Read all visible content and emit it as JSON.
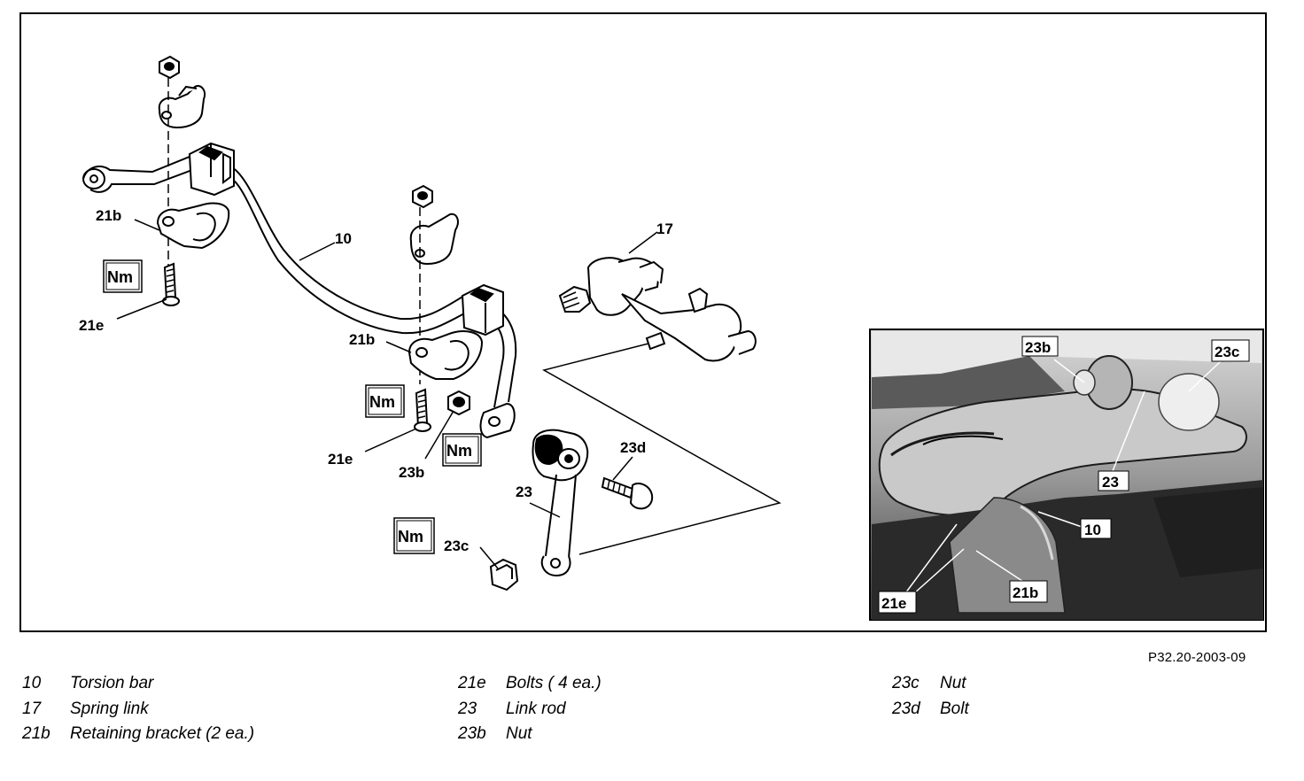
{
  "callouts": {
    "c_21b_top": "21b",
    "c_10": "10",
    "c_21e_left": "21e",
    "c_21b_mid": "21b",
    "c_21e_mid": "21e",
    "c_23b": "23b",
    "c_17": "17",
    "c_23d": "23d",
    "c_23": "23",
    "c_23c": "23c"
  },
  "torque_badge": "Nm",
  "photo_labels": {
    "p_23b": "23b",
    "p_23c": "23c",
    "p_23": "23",
    "p_10": "10",
    "p_21e": "21e",
    "p_21b": "21b"
  },
  "figure_code": "P32.20-2003-09",
  "legend": {
    "col1": [
      {
        "key": "10",
        "desc": "Torsion bar"
      },
      {
        "key": "17",
        "desc": "Spring link"
      },
      {
        "key": "21b",
        "desc": "Retaining bracket (2 ea.)"
      }
    ],
    "col2": [
      {
        "key": "21e",
        "desc": "Bolts ( 4 ea.)"
      },
      {
        "key": "23",
        "desc": "Link rod"
      },
      {
        "key": "23b",
        "desc": "Nut"
      }
    ],
    "col3": [
      {
        "key": "23c",
        "desc": "Nut"
      },
      {
        "key": "23d",
        "desc": "Bolt"
      }
    ]
  }
}
